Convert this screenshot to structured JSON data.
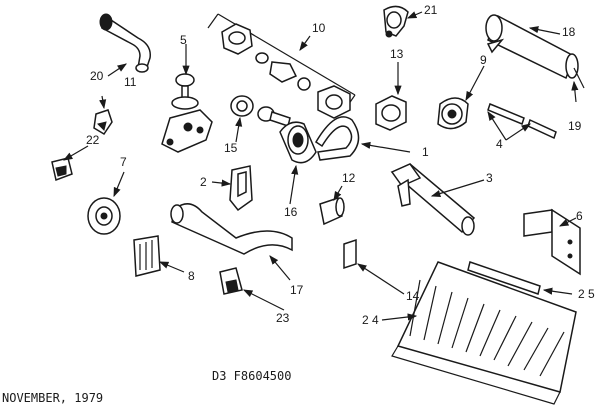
{
  "document": {
    "drawing_code": "D3 F8604500",
    "date": "NOVEMBER, 1979"
  },
  "parts": {
    "p1": "1",
    "p2": "2",
    "p3": "3",
    "p4": "4",
    "p5": "5",
    "p6": "6",
    "p7": "7",
    "p8": "8",
    "p9": "9",
    "p10": "10",
    "p11": "11",
    "p12": "12",
    "p13": "13",
    "p14": "14",
    "p15": "15",
    "p16": "16",
    "p17": "17",
    "p18": "18",
    "p19": "19",
    "p20": "20",
    "p21": "21",
    "p22": "22",
    "p23": "23",
    "p24": "2 4",
    "p25": "2 5"
  }
}
